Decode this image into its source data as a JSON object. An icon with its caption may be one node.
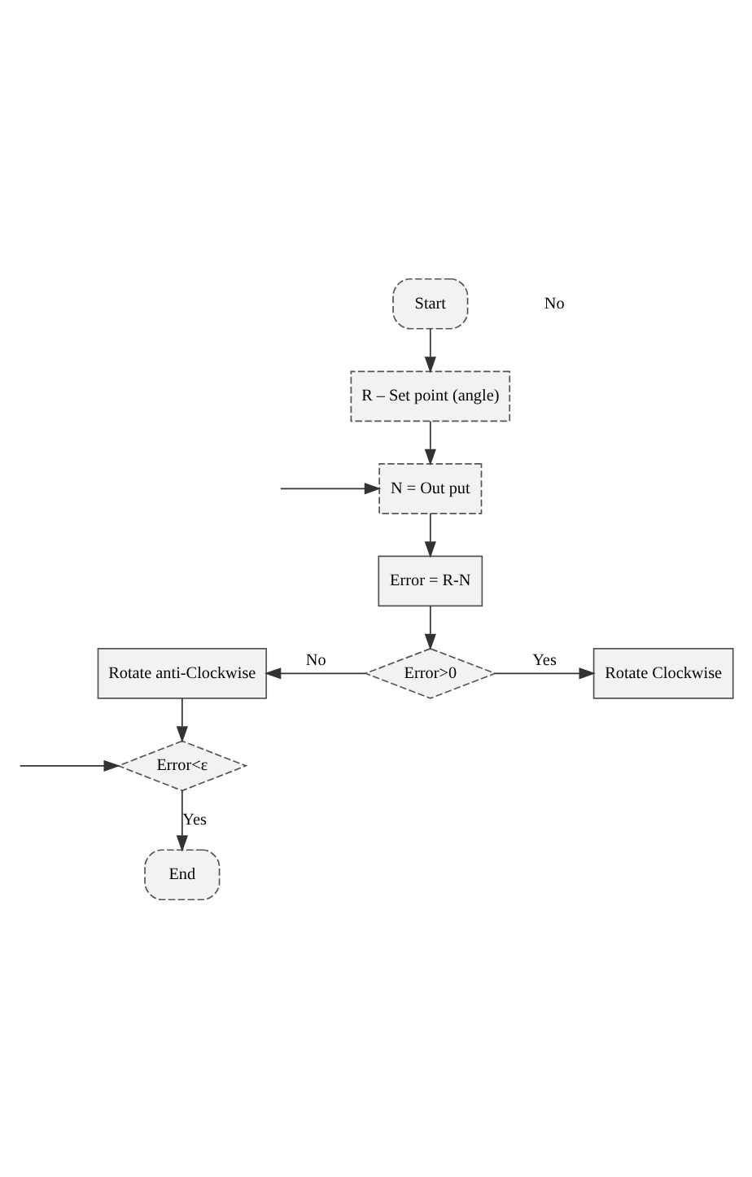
{
  "diagram": {
    "nodes": [
      {
        "text": [
          "Start"
        ]
      },
      {
        "text": [
          "R – Set point (angle)"
        ]
      },
      {
        "text": [
          "N = Out put"
        ]
      },
      {
        "text": [
          "Error = R-N"
        ]
      },
      {
        "text": [
          "Error>0"
        ]
      },
      {
        "text": [
          "Rotate anti-Clockwise"
        ]
      },
      {
        "text": [
          "Rotate Clockwise"
        ]
      },
      {
        "text": [
          "Error<ε"
        ]
      },
      {
        "text": [
          "End"
        ]
      }
    ],
    "edges": [
      {
        "from": 0,
        "to": 1,
        "arrow": "to"
      },
      {
        "from": 1,
        "to": 2,
        "arrow": "to"
      },
      {
        "from": null,
        "to": 2,
        "arrow": "to"
      },
      {
        "from": 2,
        "to": 3,
        "arrow": "to"
      },
      {
        "from": 3,
        "to": 4,
        "arrow": "to"
      },
      {
        "from": 4,
        "to": 5,
        "label": "No",
        "arrow": "to"
      },
      {
        "from": 4,
        "to": 6,
        "label": "Yes",
        "arrow": "to"
      },
      {
        "from": 5,
        "to": 7,
        "arrow": "to"
      },
      {
        "from": null,
        "to": 7,
        "arrow": "to"
      },
      {
        "from": 7,
        "to": 8,
        "label": "Yes",
        "arrow": "to"
      }
    ],
    "labels": [
      "No"
    ]
  }
}
